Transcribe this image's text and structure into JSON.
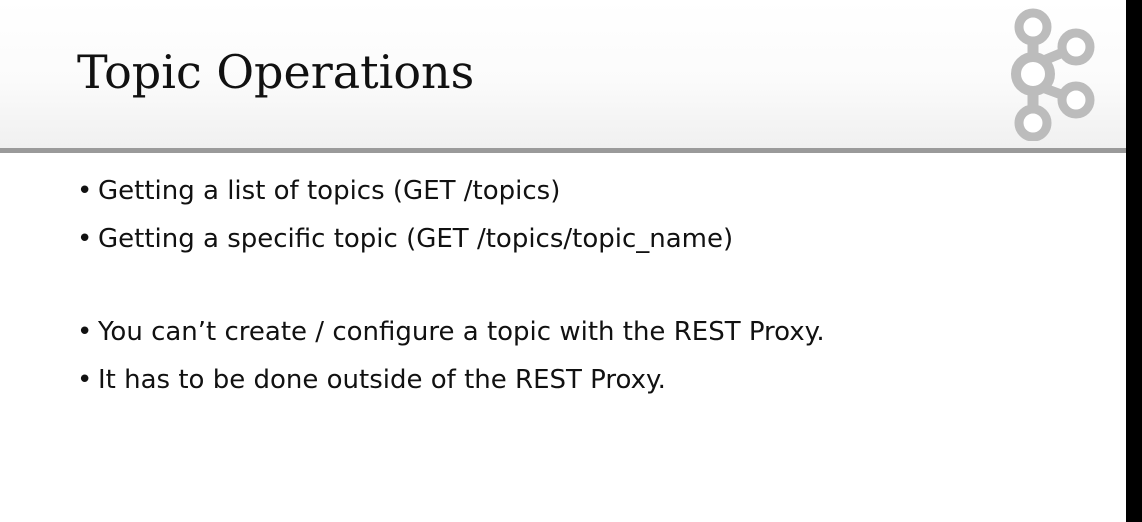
{
  "slide": {
    "title": "Topic Operations",
    "logo_icon": "kafka-logo-icon",
    "bullet_char": "•",
    "bullets_group_1": [
      "Getting a list of topics (GET /topics)",
      "Getting a specific topic (GET /topics/topic_name)"
    ],
    "bullets_group_2": [
      "You can’t create / configure a topic with the REST Proxy.",
      "It has to be done outside of the REST Proxy."
    ]
  },
  "colors": {
    "title_text": "#111111",
    "body_text": "#111111",
    "divider": "#9a9a9a",
    "logo": "#bcbcbc",
    "right_bar": "#000000"
  }
}
